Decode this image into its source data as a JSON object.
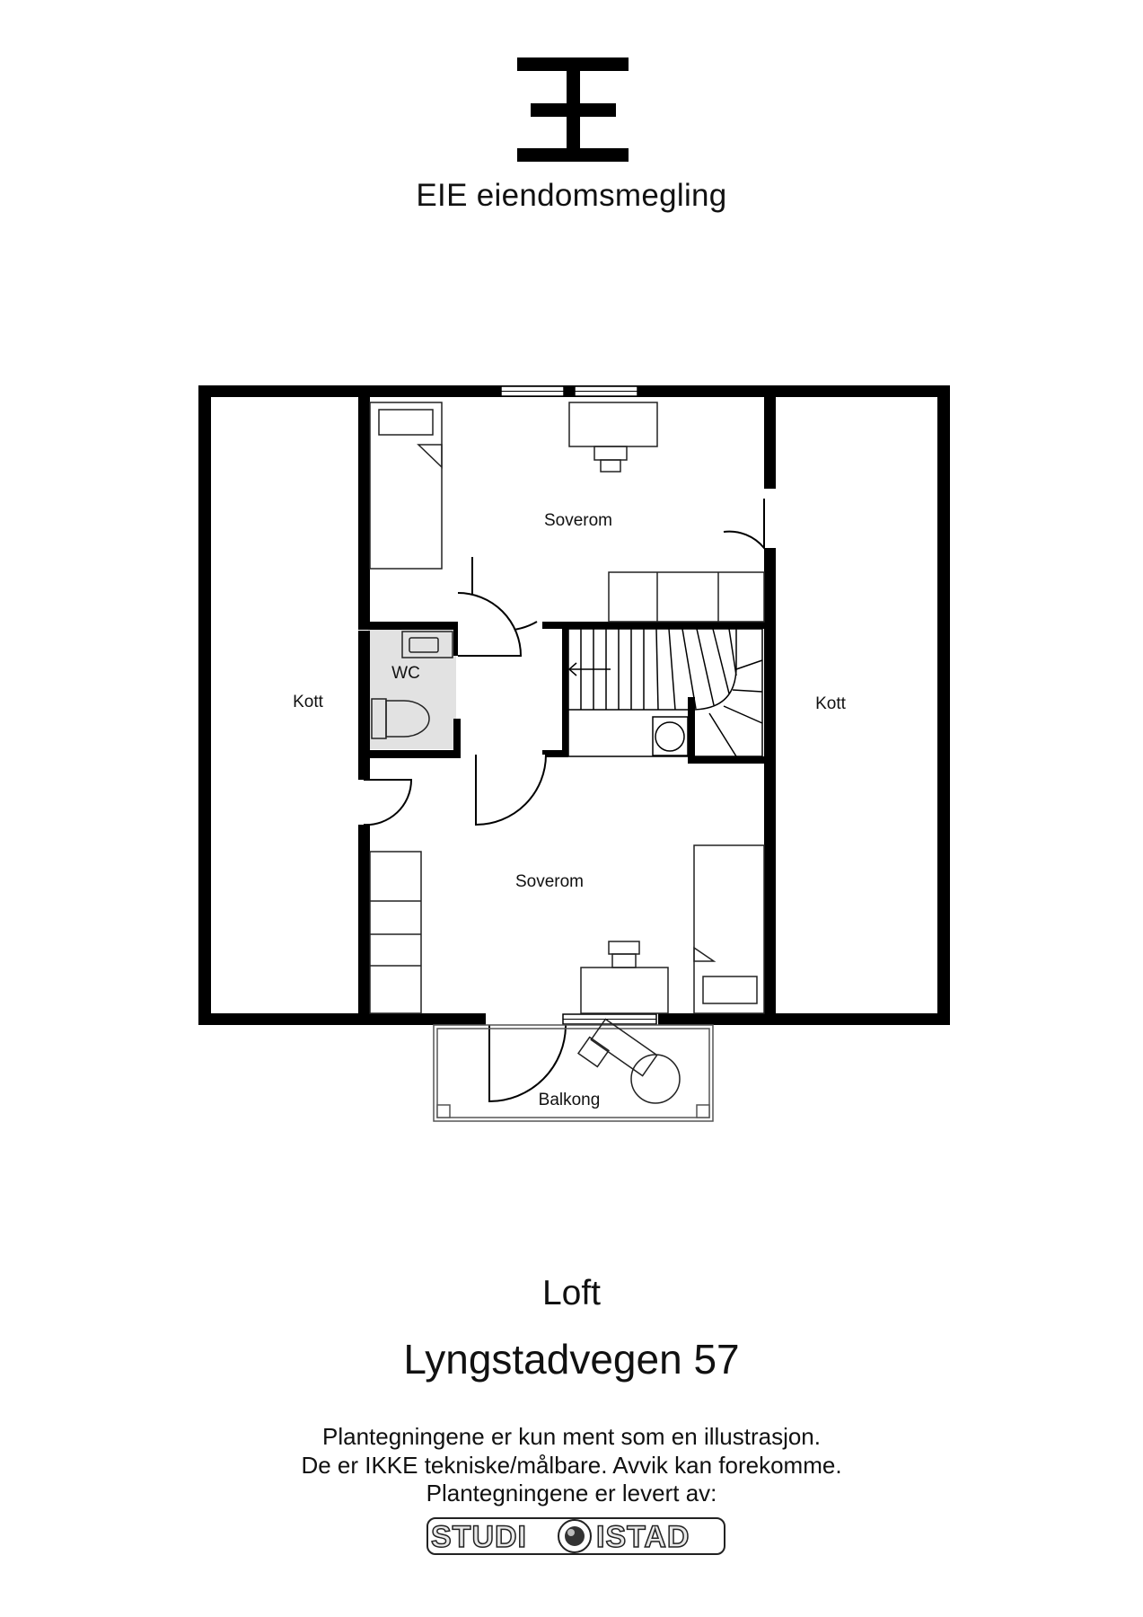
{
  "brand": {
    "name": "EIE eiendomsmegling",
    "logo_icon": "eie-monogram-icon"
  },
  "floorplan": {
    "rooms": {
      "bedroom_top": "Soverom",
      "bedroom_bottom": "Soverom",
      "wc": "WC",
      "storage_left": "Kott",
      "storage_right": "Kott",
      "balcony": "Balkong"
    },
    "colors": {
      "wall": "#000000",
      "wc_floor": "#e2e2e2",
      "furniture": "#222222"
    }
  },
  "footer": {
    "floor": "Loft",
    "address": "Lyngstadvegen 57",
    "disclaimer_lines": [
      "Plantegningene er kun ment som en illustrasjon.",
      "De er IKKE tekniske/målbare. Avvik kan forekomme.",
      "Plantegningene er levert av:"
    ],
    "provider_logo": {
      "left": "STUDI",
      "right": "ISTAD",
      "icon": "aperture-icon"
    }
  }
}
